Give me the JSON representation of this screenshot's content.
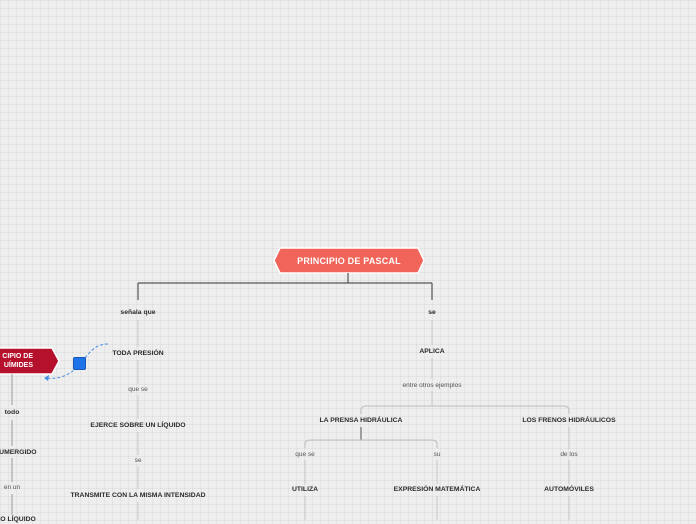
{
  "colors": {
    "root_fill": "#f0645a",
    "secondary_root_fill": "#b5102c",
    "connector": "#555555",
    "selection_handle": "#1e73e8"
  },
  "root": {
    "title": "PRINCIPIO DE PASCAL"
  },
  "left_branch": {
    "link": "señala que",
    "node1": "TODA PRESIÓN",
    "link2": "que se",
    "node2": "EJERCE SOBRE UN LÍQUIDO",
    "link3": "se",
    "node3": "TRANSMITE CON LA MISMA INTENSIDAD"
  },
  "right_branch": {
    "link": "se",
    "node1": "APLICA",
    "link2": "entre otros ejemplos",
    "press": {
      "title": "LA PRENSA HIDRÁULICA",
      "link_left": "que se",
      "node_left": "UTILIZA",
      "link_right": "su",
      "node_right": "EXPRESIÓN MATEMÁTICA"
    },
    "brakes": {
      "title": "LOS FRENOS HIDRÁULICOS",
      "link": "de los",
      "node": "AUTOMÓVILES"
    }
  },
  "second_map": {
    "title_line1": "CIPIO DE",
    "title_line2": "UÍMIDES",
    "node1": "todo",
    "node2": "O SUMERGIDO",
    "link": "en un",
    "node3": "DO O LÍQUIDO"
  }
}
